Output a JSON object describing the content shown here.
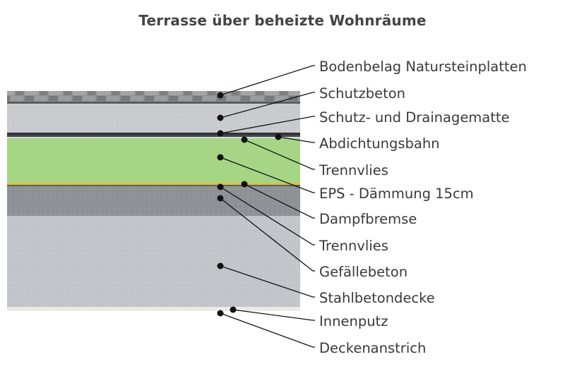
{
  "title": "Terrasse über  beheizte Wohnräume",
  "labels": [
    "Bodenbelag Natursteinplatten",
    "Schutzbeton",
    "Schutz- und Drainagematte",
    "Abdichtungsbahn",
    "Trennvlies",
    "EPS - Dämmung 15cm",
    "Dampfbremse",
    "Trennvlies",
    "Gefällebeton",
    "Stahlbetondecke",
    "Innenputz",
    "Deckenanstrich"
  ],
  "colors": {
    "stone": "#8d8f91",
    "screed": "#c9cbce",
    "membrane": "#2f3236",
    "eps": "#a6d586",
    "vapor_barrier": "#d8c23a",
    "sloped_concrete": "#8e9196",
    "slab": "#c2c5c9",
    "plaster": "#eceae4",
    "leader": "#111111"
  }
}
